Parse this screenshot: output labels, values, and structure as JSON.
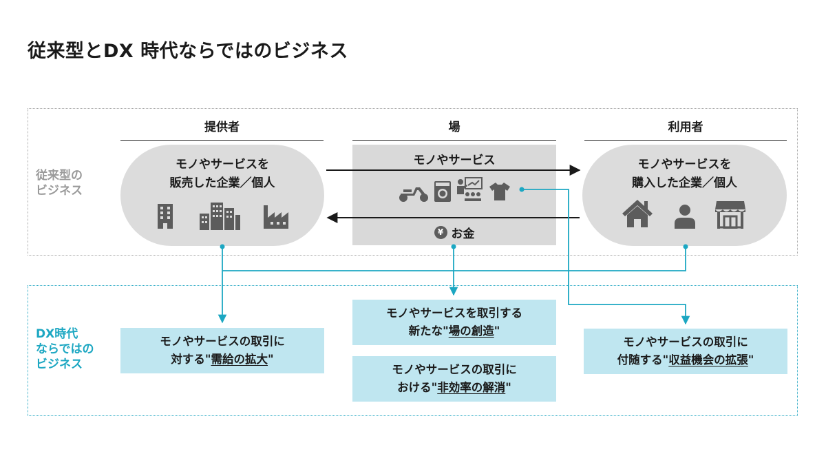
{
  "title": "従来型とDX 時代ならではのビジネス",
  "traditional": {
    "side_label": [
      "従来型の",
      "ビジネス"
    ],
    "headers": {
      "provider": "提供者",
      "place": "場",
      "user": "利用者"
    },
    "provider_text": [
      "モノやサービスを",
      "販売した企業／個人"
    ],
    "provider_icons": [
      "office-building-icon",
      "city-buildings-icon",
      "factory-icon"
    ],
    "place_text": "モノやサービス",
    "place_icons": [
      "scooter-icon",
      "washing-machine-icon",
      "lecture-icon",
      "tshirt-icon"
    ],
    "money_symbol": "¥",
    "money_text": "お金",
    "user_text": [
      "モノやサービスを",
      "購入した企業／個人"
    ],
    "user_icons": [
      "house-icon",
      "person-icon",
      "store-icon"
    ]
  },
  "dx": {
    "side_label": [
      "DX時代",
      "ならではの",
      "ビジネス"
    ],
    "left_box": {
      "line1": "モノやサービスの取引に",
      "line2_prefix": "対する\"",
      "line2_emph": "需給の拡大",
      "line2_suffix": "\""
    },
    "center_top_box": {
      "line1": "モノやサービスを取引する",
      "line2_prefix": "新たな\"",
      "line2_emph": "場の創造",
      "line2_suffix": "\""
    },
    "center_bottom_box": {
      "line1": "モノやサービスの取引に",
      "line2_prefix": "おける\"",
      "line2_emph": "非効率の解消",
      "line2_suffix": "\""
    },
    "right_box": {
      "line1": "モノやサービスの取引に",
      "line2_prefix": "付随する\"",
      "line2_emph": "収益機会の拡張",
      "line2_suffix": "\""
    }
  },
  "colors": {
    "accent": "#1ca7c2",
    "dx_box": "#bfe6f0",
    "pill": "#dcdcdc",
    "icon": "#5c5c5c",
    "muted_label": "#9a9a9a"
  }
}
